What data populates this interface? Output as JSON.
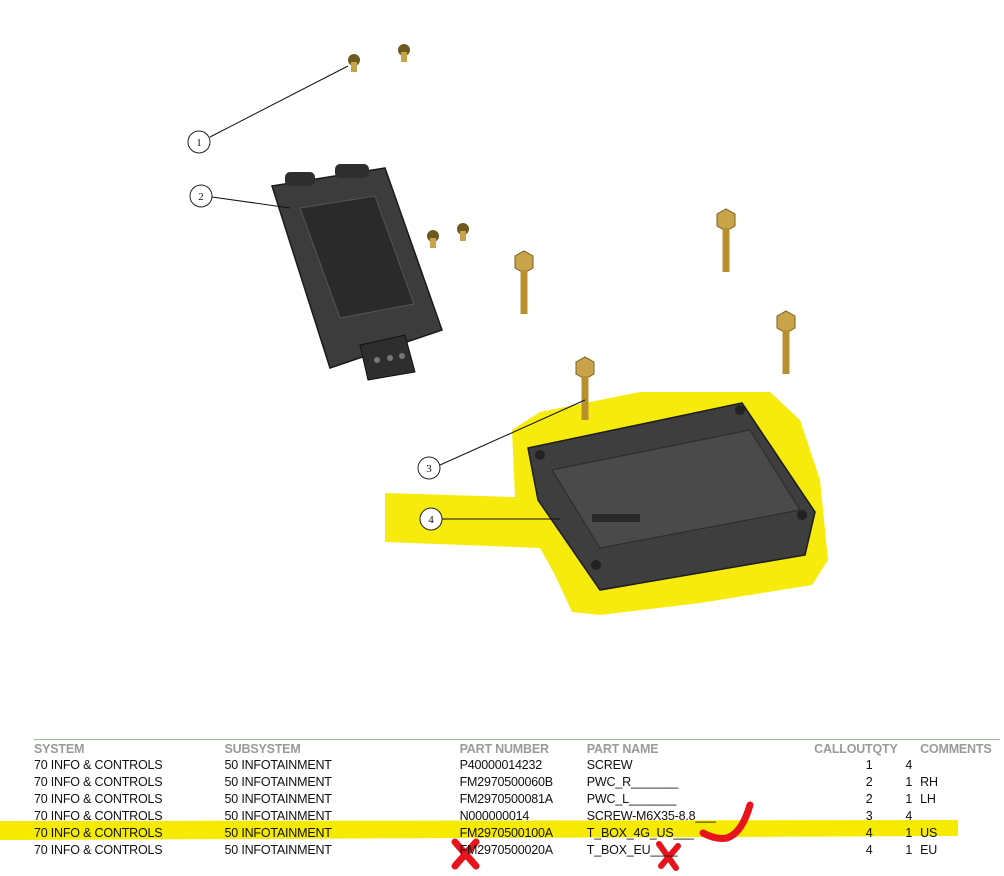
{
  "diagram": {
    "callouts": [
      {
        "number": "1"
      },
      {
        "number": "2"
      },
      {
        "number": "3"
      },
      {
        "number": "4"
      }
    ]
  },
  "table": {
    "headers": [
      "SYSTEM",
      "SUBSYSTEM",
      "PART NUMBER",
      "PART NAME",
      "CALLOUT",
      "QTY",
      "COMMENTS"
    ],
    "rows": [
      {
        "system": "70 INFO & CONTROLS",
        "subsystem": "50 INFOTAINMENT",
        "part_number": "P40000014232",
        "part_name": "SCREW",
        "callout": "1",
        "qty": "4",
        "comments": ""
      },
      {
        "system": "70 INFO & CONTROLS",
        "subsystem": "50 INFOTAINMENT",
        "part_number": "FM2970500060B",
        "part_name": "PWC_R_______",
        "callout": "2",
        "qty": "1",
        "comments": "RH"
      },
      {
        "system": "70 INFO & CONTROLS",
        "subsystem": "50 INFOTAINMENT",
        "part_number": "FM2970500081A",
        "part_name": "PWC_L_______",
        "callout": "2",
        "qty": "1",
        "comments": "LH"
      },
      {
        "system": "70 INFO & CONTROLS",
        "subsystem": "50 INFOTAINMENT",
        "part_number": "N000000014",
        "part_name": "SCREW-M6X35-8.8___",
        "callout": "3",
        "qty": "4",
        "comments": ""
      },
      {
        "system": "70 INFO & CONTROLS",
        "subsystem": "50 INFOTAINMENT",
        "part_number": "FM2970500100A",
        "part_name": "T_BOX_4G_US___",
        "callout": "4",
        "qty": "1",
        "comments": "US"
      },
      {
        "system": "70 INFO & CONTROLS",
        "subsystem": "50 INFOTAINMENT",
        "part_number": "FM2970500020A",
        "part_name": "T_BOX_EU____",
        "callout": "4",
        "qty": "1",
        "comments": "EU"
      }
    ]
  },
  "annotations": {
    "highlight_color": "#f5ea00",
    "mark_color": "#e8141b",
    "selected_row": 4,
    "rejected_row": 5
  }
}
